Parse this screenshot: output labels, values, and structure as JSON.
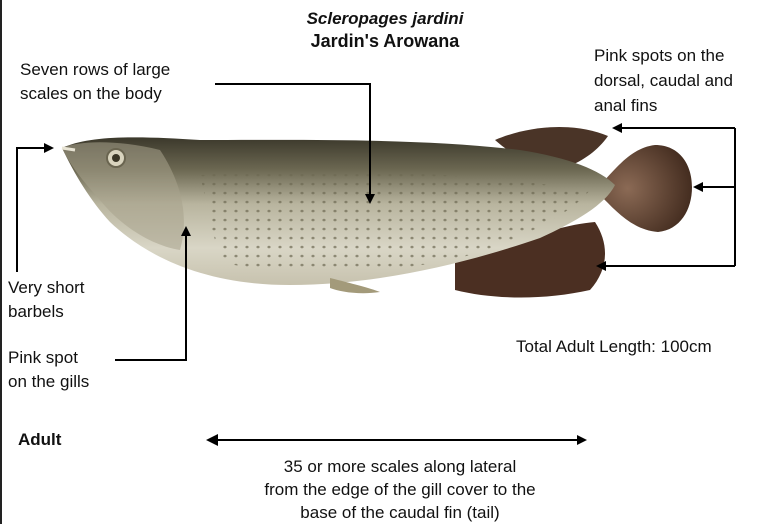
{
  "title": {
    "scientific_name": "Scleropages jardini",
    "common_name": "Jardin's Arowana"
  },
  "labels": {
    "scales_rows": [
      "Seven rows of large",
      "scales on the body"
    ],
    "pink_spots_fins": [
      "Pink spots on the",
      "dorsal, caudal and",
      "anal fins"
    ],
    "barbels": [
      "Very short",
      "barbels"
    ],
    "gill_spot": [
      "Pink spot",
      "on the gills"
    ],
    "total_length": "Total Adult Length: 100cm",
    "stage": "Adult",
    "lateral_scales": [
      "35 or more scales along lateral",
      "from the edge of the gill cover to the",
      "base of the caudal fin (tail)"
    ]
  },
  "colors": {
    "fish_body": "#b9b49b",
    "fish_back": "#3d3a2c",
    "fin": "#5a3a2a",
    "spots": "#6f6a55"
  }
}
